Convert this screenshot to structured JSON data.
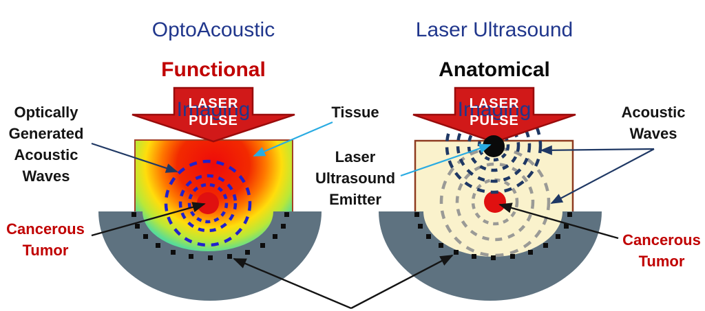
{
  "left_panel": {
    "title": {
      "line1": "OptoAcoustic",
      "line2": "Functional",
      "line3": "Imaging"
    },
    "laser_arrow_text": "LASER\nPULSE",
    "acoustic_waves_label": "Optically\nGenerated\nAcoustic\nWaves",
    "tumor_label": "Cancerous\nTumor"
  },
  "right_panel": {
    "title": {
      "line1": "Laser Ultrasound",
      "line2": "Anatomical",
      "line3": "Imaging"
    },
    "laser_arrow_text": "LASER\nPULSE",
    "acoustic_waves_label": "Acoustic\nWaves",
    "tumor_label": "Cancerous\nTumor"
  },
  "center_labels": {
    "tissue": "Tissue",
    "emitter": "Laser\nUltrasound\nEmitter"
  },
  "colors": {
    "title_blue": "#20368C",
    "emphasis_red": "#C00000",
    "label_black": "#141414",
    "laser_fill": "#D11919",
    "laser_border": "#990B0B",
    "laser_text_white": "#FFFFFF",
    "tissue_cream": "#FAF2CC",
    "tissue_border_left": "#A24024",
    "tissue_border_right": "#8E3B20",
    "bowl_gray": "#5E7280",
    "wave_blue": "#2121CC",
    "wave_navy": "#1F3864",
    "wave_gray": "#9A9A96",
    "tumor_red": "#E01010",
    "emitter_black": "#0A0A0A",
    "detector_black": "#0D0D0D",
    "pointer_cyan": "#29ABE2",
    "pointer_navy": "#1F3864",
    "pointer_black": "#141414",
    "gradient": {
      "s0": "#EE0A0A",
      "s1": "#F22A00",
      "s2": "#FF7900",
      "s3": "#FFDD0C",
      "s4": "#B9E838",
      "s5": "#5ADC96",
      "s6": "#2FD5C0",
      "s7": "#28CFC8"
    }
  }
}
